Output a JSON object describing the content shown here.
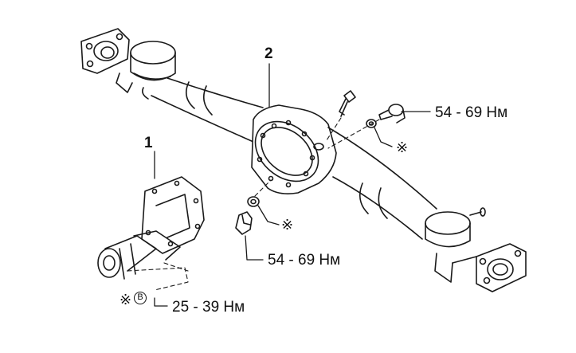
{
  "colors": {
    "line": "#1a1a1a",
    "background": "#ffffff"
  },
  "parts": {
    "axle_housing_number": "2",
    "differential_carrier_number": "1"
  },
  "torques": {
    "upper_plug": "54 - 69 Нм",
    "lower_plug": "54 - 69 Нм",
    "carrier_bolts": "25 - 39 Нм"
  },
  "symbols": {
    "replace_mark": "※",
    "sealant_mark": "B"
  }
}
